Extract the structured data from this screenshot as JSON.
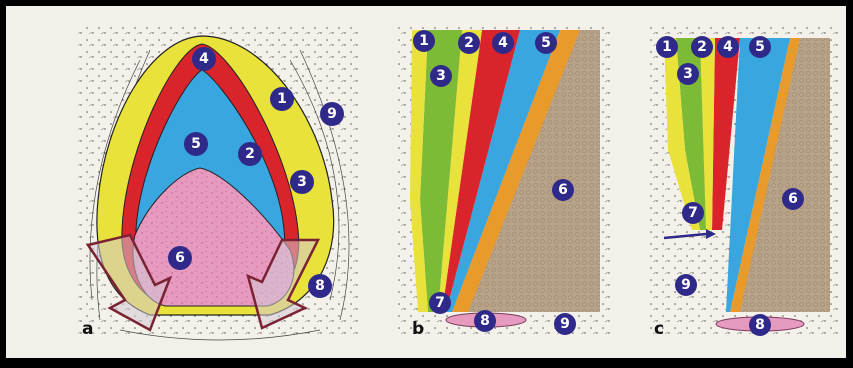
{
  "panels": [
    {
      "letter": "a",
      "markers": [
        "4",
        "1",
        "9",
        "5",
        "2",
        "3",
        "6",
        "8"
      ]
    },
    {
      "letter": "b",
      "markers": [
        "1",
        "2",
        "4",
        "5",
        "3",
        "6",
        "7",
        "8",
        "9"
      ]
    },
    {
      "letter": "c",
      "markers": [
        "1",
        "2",
        "4",
        "5",
        "3",
        "6",
        "7",
        "9",
        "8"
      ]
    }
  ],
  "colors": {
    "yellow": "#e8e23a",
    "red": "#d9242b",
    "blue": "#3aa6df",
    "pink": "#e79ac0",
    "green": "#7dbb36",
    "orange": "#e89a2b",
    "tan": "#b8a288",
    "marker": "#2f2a8a",
    "arrow": "#7a2233"
  }
}
